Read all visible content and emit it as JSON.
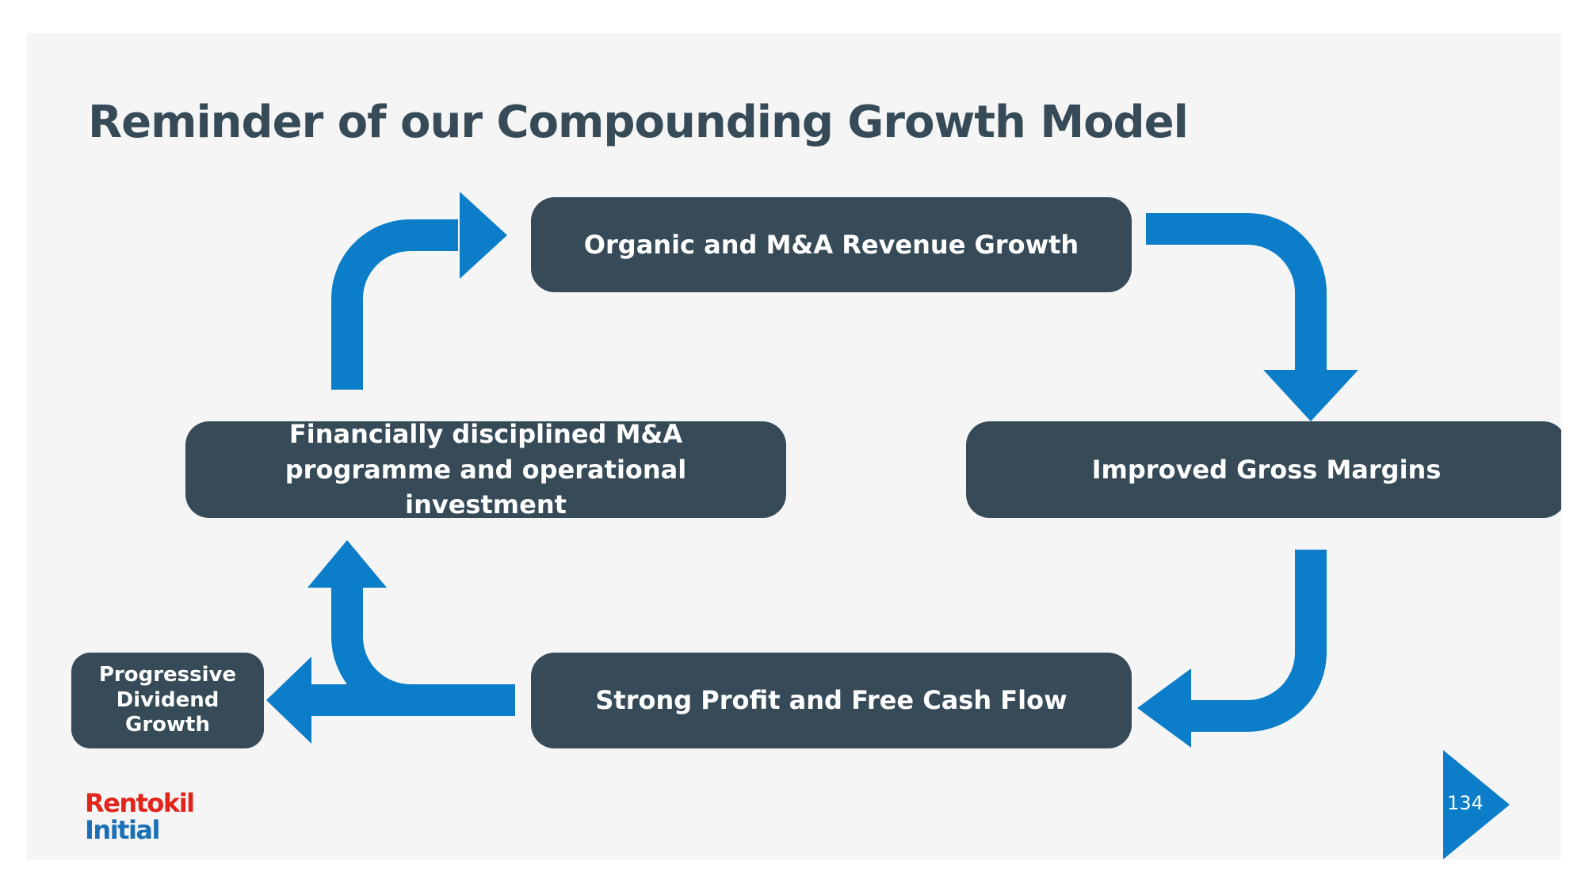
{
  "title": "Reminder of our Compounding Growth Model",
  "nodes": {
    "organic": "Organic and M&A Revenue Growth",
    "margins": "Improved Gross Margins",
    "profit": "Strong Profit and Free Cash Flow",
    "financial": "Financially disciplined M&A\nprogramme and operational investment",
    "dividend": "Progressive\nDividend\nGrowth"
  },
  "logo": {
    "line1": "Rentokil",
    "line2": "Initial"
  },
  "page_number": "134",
  "colors": {
    "box": "#364a57",
    "arrow": "#0b7dc9",
    "title": "#364a57",
    "background": "#f5f5f5",
    "logo_red": "#e1251b",
    "logo_blue": "#1a6fb5"
  }
}
